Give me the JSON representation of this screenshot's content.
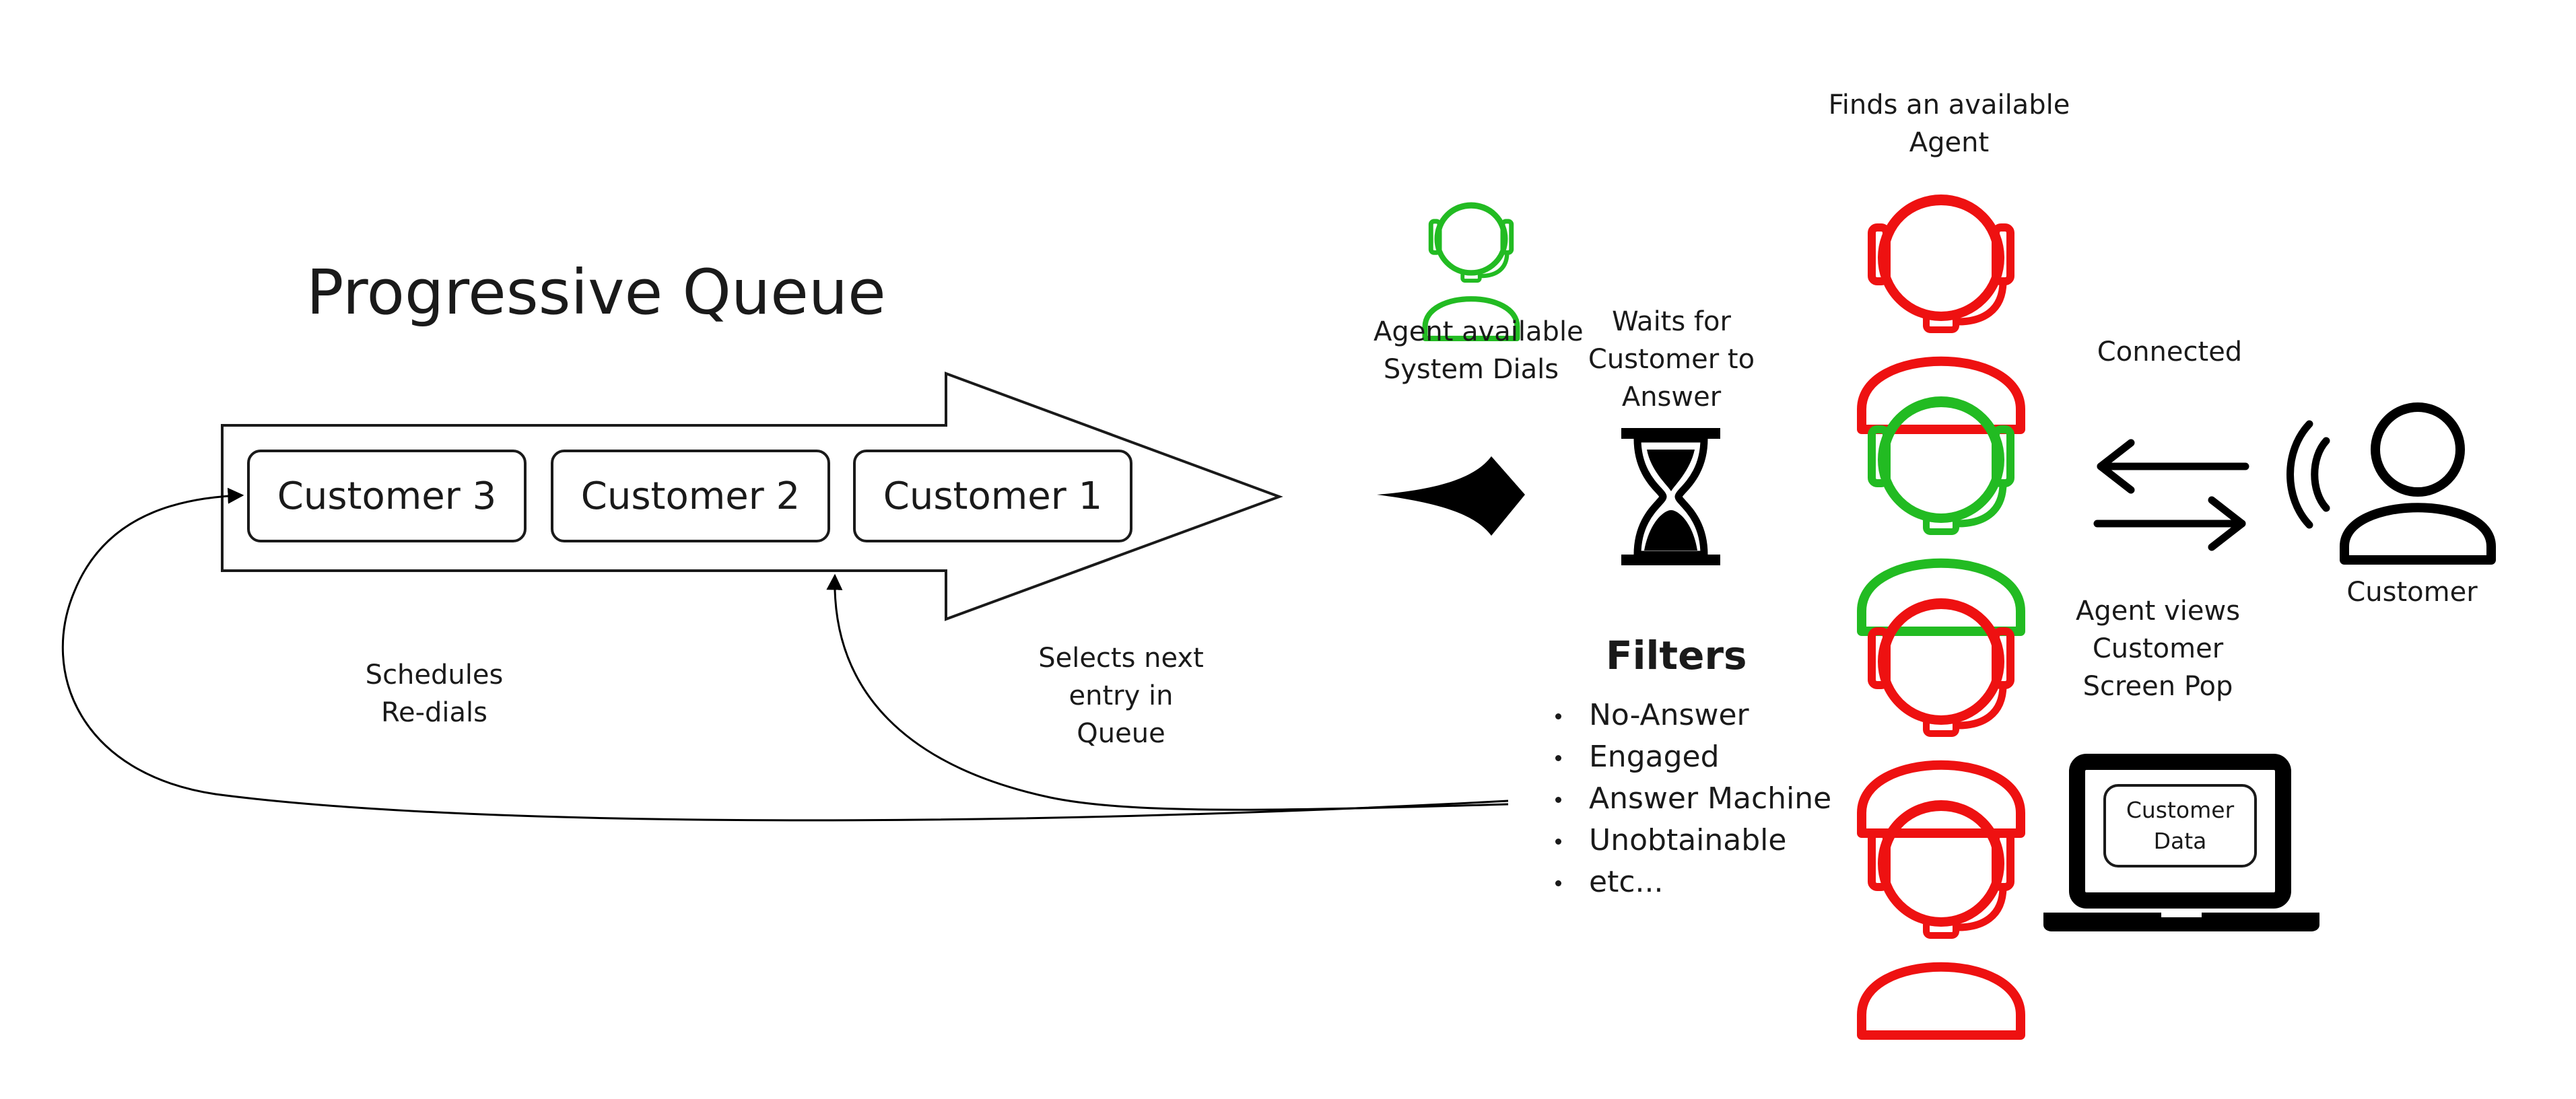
{
  "title": "Progressive Queue",
  "queue": {
    "customers": [
      "Customer 3",
      "Customer 2",
      "Customer 1"
    ]
  },
  "labels": {
    "agent_available": [
      "Agent available",
      "System Dials"
    ],
    "waits": [
      "Waits for",
      "Customer to",
      "Answer"
    ],
    "finds_agent": [
      "Finds an available",
      "Agent"
    ],
    "connected": "Connected",
    "agent_views": [
      "Agent views",
      "Customer",
      "Screen Pop"
    ],
    "customer": "Customer",
    "selects_next": [
      "Selects next",
      "entry in",
      "Queue"
    ],
    "schedules": [
      "Schedules",
      "Re-dials"
    ]
  },
  "filters": {
    "title": "Filters",
    "items": [
      "No-Answer",
      "Engaged",
      "Answer Machine",
      "Unobtainable",
      "etc..."
    ]
  },
  "screen_pop": [
    "Customer",
    "Data"
  ],
  "colors": {
    "available": "#22bb22",
    "busy": "#ee1111",
    "ink": "#000000"
  },
  "icons": {
    "agent": "headset-agent-icon",
    "hourglass": "hourglass-icon",
    "customer": "calling-customer-icon",
    "laptop": "laptop-icon",
    "exchange": "exchange-arrows-icon",
    "pointer": "dial-arrow-icon"
  },
  "agent_pool": [
    "busy",
    "available",
    "busy",
    "busy"
  ]
}
